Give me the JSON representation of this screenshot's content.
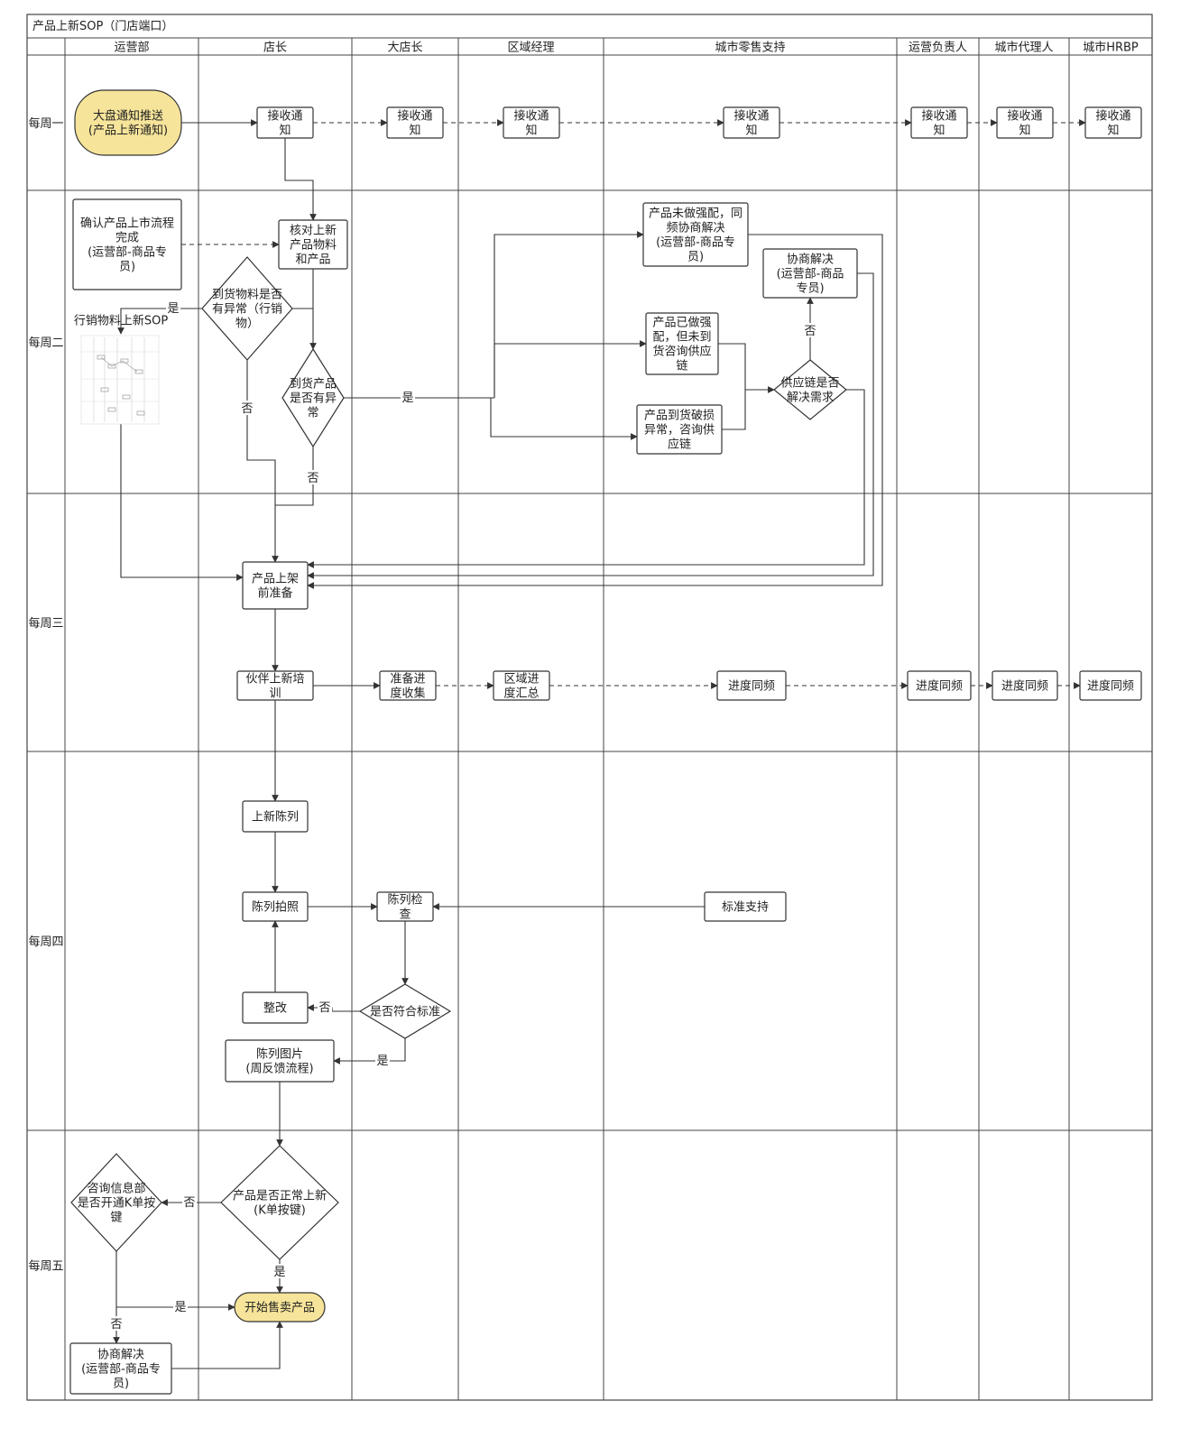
{
  "title": "产品上新SOP（门店端口）",
  "lanes": [
    "运营部",
    "店长",
    "大店长",
    "区域经理",
    "城市零售支持",
    "运营负责人",
    "城市代理人",
    "城市HRBP"
  ],
  "rows": [
    "每周一",
    "每周二",
    "每周三",
    "每周四",
    "每周五"
  ],
  "colors": {
    "terminal_fill": "#f6e49a",
    "line": "#333333",
    "grid": "#444444"
  },
  "nodes": {
    "n_start": "大盘通知推送\n(产品上新通知)",
    "n_recv_dz": "接收通\n知",
    "n_recv_ddz": "接收通\n知",
    "n_recv_qy": "接收通\n知",
    "n_recv_cs": "接收通\n知",
    "n_recv_yy": "接收通\n知",
    "n_recv_dl": "接收通\n知",
    "n_recv_hr": "接收通\n知",
    "n_confirm": "确认产品上市流程\n完成\n(运营部-商品专\n员)",
    "n_check": "核对上新\n产品物料\n和产品",
    "n_d_material": "到货物料是否\n有异常（行销\n物）",
    "n_d_product": "到货产品\n是否有异\n常",
    "n_sop": "行销物料上新SOP",
    "n_nomatch": "产品未做强配，同\n频协商解决\n(运营部-商品专\n员)",
    "n_matched": "产品已做强\n配，但未到\n货咨询供应\n链",
    "n_damaged": "产品到货破损\n异常，咨询供\n应链",
    "n_d_supply": "供应链是否\n解决需求",
    "n_negotiate1": "协商解决\n(运营部-商品\n专员)",
    "n_prep": "产品上架\n前准备",
    "n_training": "伙伴上新培\n训",
    "n_progress_collect": "准备进\n度收集",
    "n_region_summary": "区域进\n度汇总",
    "n_sync_cs": "进度同频",
    "n_sync_yy": "进度同频",
    "n_sync_dl": "进度同频",
    "n_sync_hr": "进度同频",
    "n_display": "上新陈列",
    "n_photo": "陈列拍照",
    "n_inspect": "陈列检\n查",
    "n_std_support": "标准支持",
    "n_d_standard": "是否符合标准",
    "n_rectify": "整改",
    "n_pics": "陈列图片\n(周反馈流程)",
    "n_d_normal": "产品是否正常上新\n(K单按键)",
    "n_d_kbutton": "咨询信息部\n是否开通K单按\n键",
    "n_sell": "开始售卖产品",
    "n_negotiate2": "协商解决\n(运营部-商品专\n员)"
  },
  "edge_labels": {
    "yes": "是",
    "no": "否"
  }
}
